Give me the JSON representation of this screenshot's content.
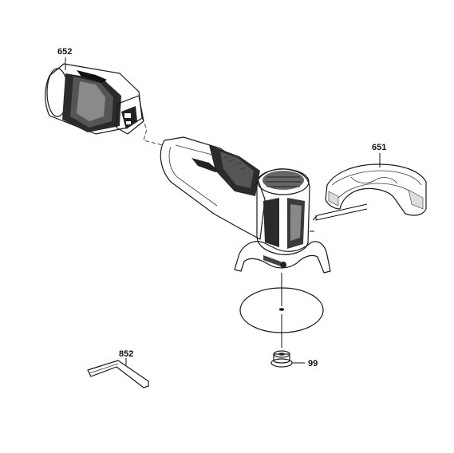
{
  "diagram": {
    "parts": [
      {
        "id": "battery",
        "label": "652"
      },
      {
        "id": "guard",
        "label": "651"
      },
      {
        "id": "hex-key",
        "label": "852"
      },
      {
        "id": "flange-nut",
        "label": "99"
      }
    ],
    "colors": {
      "line": "#1a1a1a",
      "grip": "#2b2b2b",
      "background": "#ffffff"
    }
  }
}
